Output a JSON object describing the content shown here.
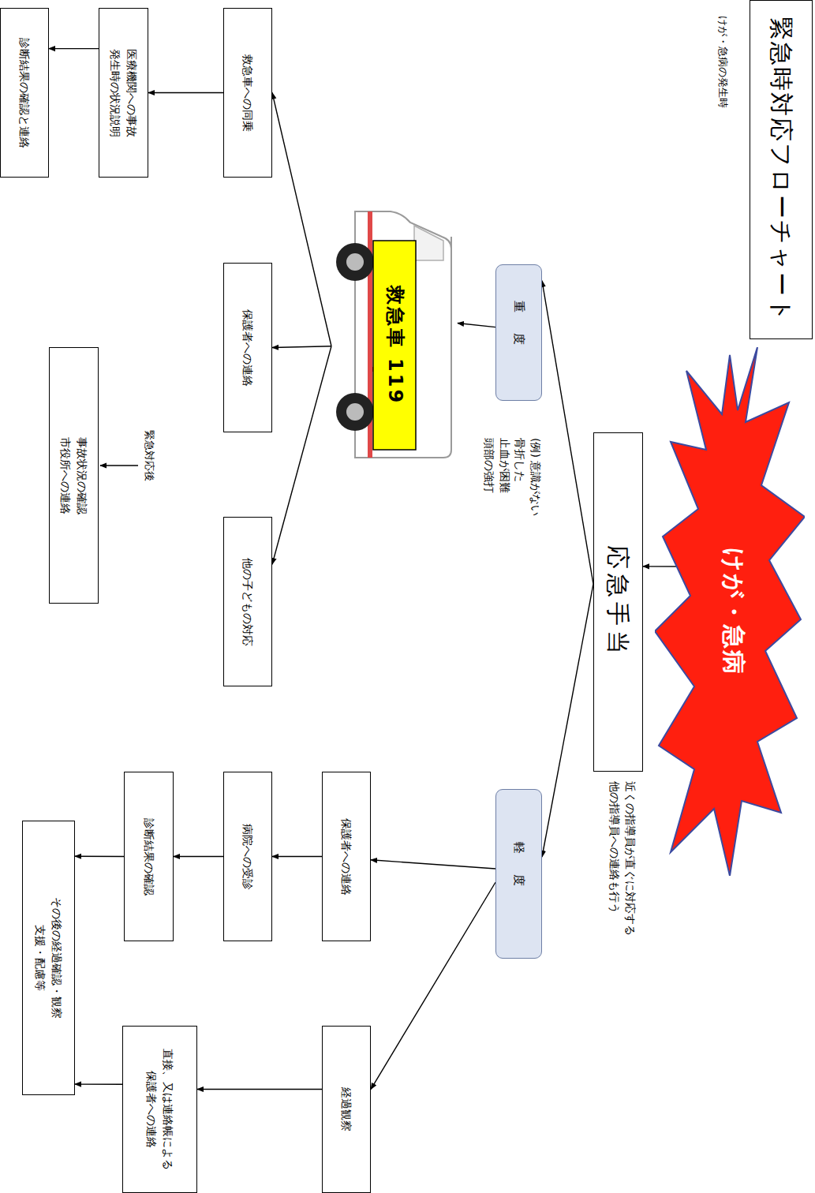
{
  "diagram": {
    "title": "緊急時対応フローチャート",
    "nodes": [
      {
        "text": [
          "けが・急病"
        ]
      },
      {
        "text": [
          "応急手当"
        ]
      },
      {
        "text": [
          "重度"
        ]
      },
      {
        "text": [
          "軽度"
        ]
      },
      {
        "text": [
          "救急車 119"
        ]
      },
      {
        "text": [
          "救急車への同乗"
        ]
      },
      {
        "text": [
          "保護者への連絡"
        ]
      },
      {
        "text": [
          "他の子どもの対応"
        ]
      },
      {
        "text": [
          "医療機関への事故 発生時の状況説明"
        ]
      },
      {
        "text": [
          "診断結果の確認と連絡"
        ]
      },
      {
        "text": [
          "事故状況の確認 市役所への連絡"
        ]
      },
      {
        "text": [
          "保護者への連絡"
        ]
      },
      {
        "text": [
          "経過観察"
        ]
      },
      {
        "text": [
          "病院への受診"
        ]
      },
      {
        "text": [
          "直接、又は連絡帳による 保護者への連絡"
        ]
      },
      {
        "text": [
          "診断結果の確認"
        ]
      },
      {
        "text": [
          "その後の経過確認・観察 支援・配慮等"
        ]
      }
    ],
    "edges": [
      {
        "from": 0,
        "to": 1,
        "arrow": "to"
      },
      {
        "from": 1,
        "to": 2,
        "arrow": "to"
      },
      {
        "from": 1,
        "to": 3,
        "arrow": "to"
      },
      {
        "from": 2,
        "to": 4,
        "arrow": "to"
      },
      {
        "from": 4,
        "to": 5,
        "arrow": "to"
      },
      {
        "from": 4,
        "to": 6,
        "arrow": "to"
      },
      {
        "from": 4,
        "to": 7,
        "arrow": "to"
      },
      {
        "from": 5,
        "to": 8,
        "arrow": "to"
      },
      {
        "from": 8,
        "to": 9,
        "arrow": "to"
      },
      {
        "from": 3,
        "to": 11,
        "arrow": "to"
      },
      {
        "from": 3,
        "to": 12,
        "arrow": "to"
      },
      {
        "from": 11,
        "to": 13,
        "arrow": "to"
      },
      {
        "from": 13,
        "to": 15,
        "arrow": "to"
      },
      {
        "from": 15,
        "to": 16,
        "arrow": "to"
      },
      {
        "from": 12,
        "to": 14,
        "arrow": "to"
      },
      {
        "from": 14,
        "to": 16,
        "arrow": "to"
      }
    ],
    "labels": [
      "けが・急病の発生時",
      "(例) 意識がない 骨折した 止血が困難 頭部の強打",
      "近くの指導員が直ぐに対応する 他の指導員への連絡も行う",
      "緊急対応後"
    ]
  }
}
